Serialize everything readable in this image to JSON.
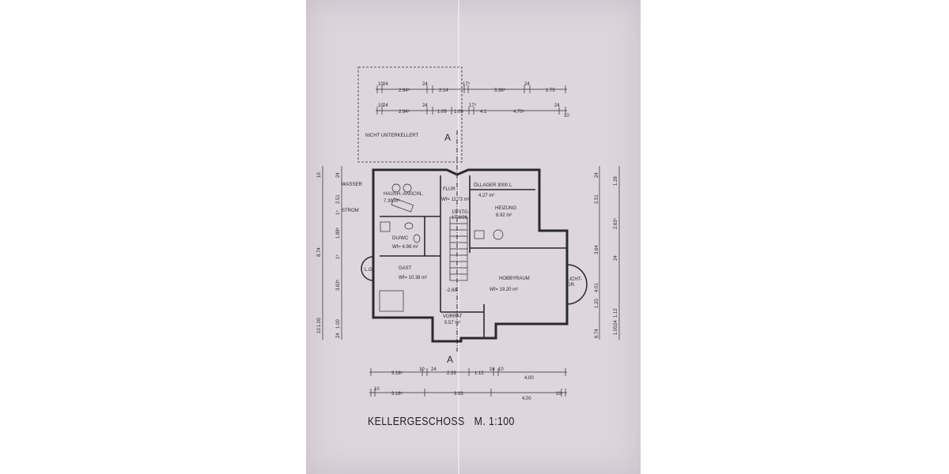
{
  "title": {
    "floor": "KELLERGESCHOSS",
    "scale": "M. 1:100"
  },
  "notes": {
    "unexcavated": "NICHT UNTERKELLERT",
    "section_mark": "A",
    "section_mark_bottom": "A"
  },
  "rooms": {
    "hausanschluss": {
      "name": "HAUSH.-ANSCHL.",
      "area": "7.39 m²"
    },
    "flur": {
      "name": "FLUR",
      "area": "Wf= 11.73 m²"
    },
    "oellager": {
      "name": "ÖLLAGER 3000 L",
      "area": "4.27 m²"
    },
    "heizung": {
      "name": "HEIZUNG",
      "area": "8.92 m²"
    },
    "du_wc": {
      "name": "DU/WC",
      "area": "Wf= 4.98 m²"
    },
    "gast": {
      "name": "GAST",
      "area": "Wf= 10.38 m²"
    },
    "hobbyraum": {
      "name": "HOBBYRAUM",
      "area": "Wf= 19.20 m²"
    },
    "vorrat": {
      "name": "VORRAT",
      "area": "5.57 m²"
    },
    "licht": {
      "name": "LICHT-\nGR."
    }
  },
  "labels": {
    "wasser": "WASSER",
    "strom": "STROM",
    "stairs": "15 STG.\n17.8/26",
    "level": "-2.68",
    "lg_left": "L.G."
  },
  "dims_top_1": [
    "10",
    "24",
    "2.94⁵",
    "24",
    "2.14",
    "17⁵",
    "3.38⁵",
    "24",
    "1.75"
  ],
  "dims_top_2": [
    "10",
    "24",
    "2.94⁵",
    "24",
    "1.09",
    "1.05",
    "17⁵",
    "4.1",
    "4.70⁵",
    "24",
    "10"
  ],
  "dims_bottom_1": [
    "3.18⁵",
    "10",
    "24",
    "2.33",
    "1.12",
    "24",
    "10",
    "4.00"
  ],
  "dims_bottom_2": [
    "10",
    "3.18⁵",
    "3.93",
    "4.00",
    "10"
  ],
  "dims_left": [
    "10",
    "24",
    "2.51",
    "1⁵",
    "1.88⁵",
    "1⁵",
    "3.63⁵",
    "1.00",
    "10",
    "8.74",
    "1.00",
    "24"
  ],
  "dims_right": [
    "24",
    "2.51",
    "1.28",
    "2.63⁵",
    "3.64",
    "24",
    "4.01",
    "1.20",
    "1.12",
    "24",
    "1.00",
    "6.74"
  ],
  "colors": {
    "paper": "#ddd6dc",
    "ink": "#2a2a2a",
    "background": "#ffffff"
  }
}
